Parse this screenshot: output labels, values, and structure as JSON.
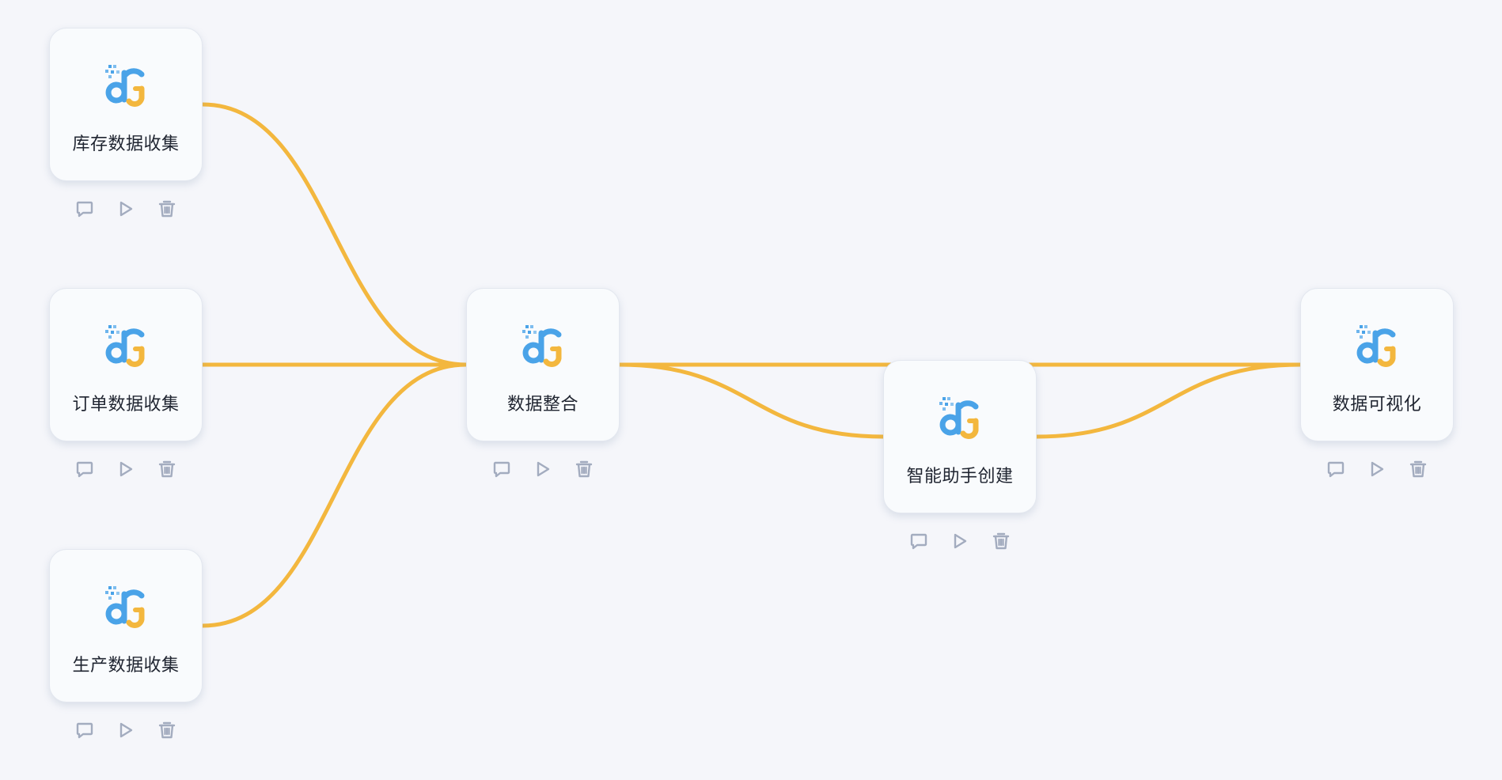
{
  "colors": {
    "edge": "#f3b73e",
    "logo_blue": "#4aa3e8",
    "logo_yellow": "#f3b73e",
    "icon": "#a3acbf"
  },
  "nodes": [
    {
      "id": "n1",
      "label": "库存数据收集"
    },
    {
      "id": "n2",
      "label": "订单数据收集"
    },
    {
      "id": "n3",
      "label": "生产数据收集"
    },
    {
      "id": "n4",
      "label": "数据整合"
    },
    {
      "id": "n5",
      "label": "智能助手创建"
    },
    {
      "id": "n6",
      "label": "数据可视化"
    }
  ],
  "edges": [
    {
      "from": "n1",
      "to": "n4"
    },
    {
      "from": "n2",
      "to": "n4"
    },
    {
      "from": "n3",
      "to": "n4"
    },
    {
      "from": "n4",
      "to": "n5"
    },
    {
      "from": "n4",
      "to": "n6"
    },
    {
      "from": "n5",
      "to": "n6"
    }
  ],
  "node_actions": [
    "comment-icon",
    "run-icon",
    "delete-icon"
  ]
}
